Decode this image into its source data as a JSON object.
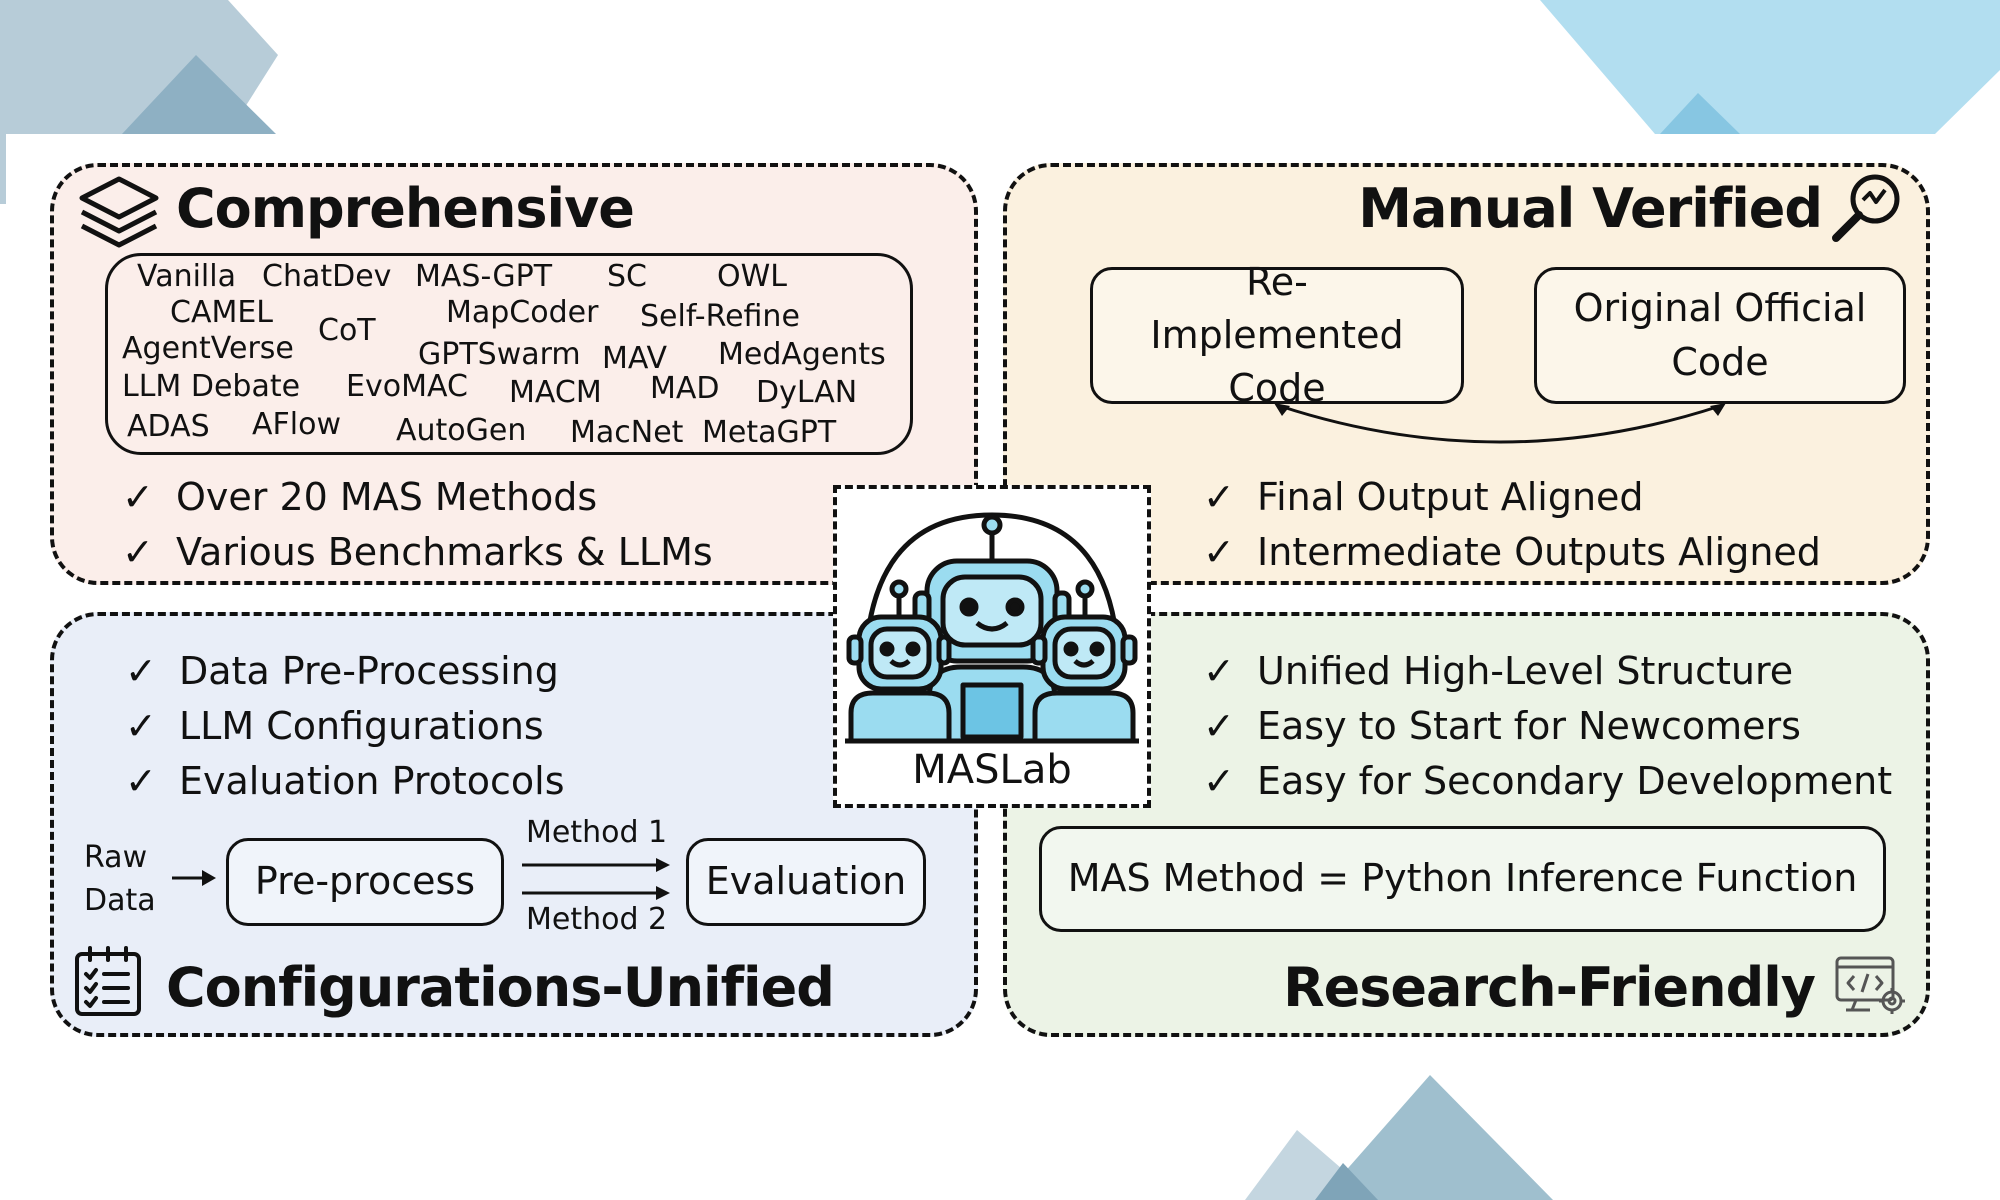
{
  "center": {
    "label": "MASLab"
  },
  "comprehensive": {
    "title": "Comprehensive",
    "methods": [
      "Vanilla",
      "ChatDev",
      "MAS-GPT",
      "SC",
      "OWL",
      "CAMEL",
      "MapCoder",
      "Self-Refine",
      "CoT",
      "AgentVerse",
      "GPTSwarm",
      "MAV",
      "MedAgents",
      "LLM Debate",
      "EvoMAC",
      "MACM",
      "MAD",
      "DyLAN",
      "ADAS",
      "AFlow",
      "AutoGen",
      "MacNet",
      "MetaGPT"
    ],
    "checks": [
      "Over 20 MAS Methods",
      "Various Benchmarks & LLMs"
    ],
    "icon": "layers-icon"
  },
  "manual": {
    "title": "Manual Verified",
    "box_left": "Re-Implemented Code",
    "box_right": "Original Official Code",
    "checks": [
      "Final Output Aligned",
      "Intermediate Outputs Aligned"
    ],
    "icon": "magnifier-icon"
  },
  "config": {
    "title": "Configurations-Unified",
    "checks": [
      "Data Pre-Processing",
      "LLM Configurations",
      "Evaluation Protocols"
    ],
    "raw_data_1": "Raw",
    "raw_data_2": "Data",
    "preprocess": "Pre-process",
    "method1": "Method 1",
    "method2": "Method 2",
    "evaluation": "Evaluation",
    "icon": "checklist-calendar-icon"
  },
  "research": {
    "title": "Research-Friendly",
    "checks": [
      "Unified High-Level Structure",
      "Easy to Start for Newcomers",
      "Easy for Secondary Development"
    ],
    "formula": "MAS Method = Python Inference Function",
    "icon": "code-window-gear-icon"
  },
  "check_mark": "✓",
  "colors": {
    "comprehensive_bg": "#fbeeea",
    "manual_bg": "#fbf1df",
    "config_bg": "#e9eef8",
    "research_bg": "#ecf3e6",
    "robot_fill": "#9bdcf0",
    "deco_blue": "#a7d8ec",
    "deco_slate": "#8fb2c4"
  }
}
